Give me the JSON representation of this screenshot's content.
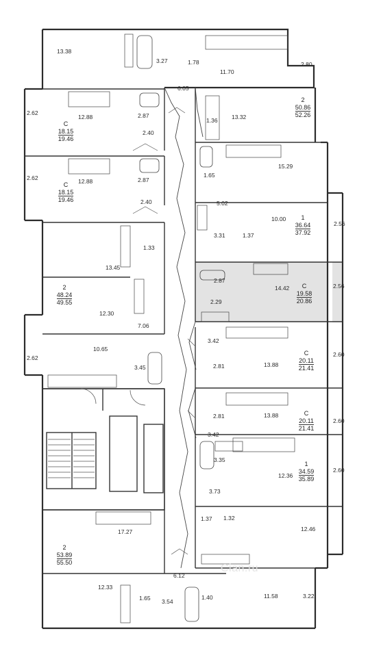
{
  "watermark": "Cian.ru",
  "room_areas": {
    "r_1338": "13.38",
    "r_327": "3.27",
    "r_178": "1.78",
    "r_1170": "11.70",
    "r_280": "2.80",
    "r_605": "6.05",
    "r_1288a": "12.88",
    "r_287a": "2.87",
    "r_240a": "2.40",
    "r_262a": "2.62",
    "r_136": "1.36",
    "r_1332": "13.32",
    "r_1288b": "12.88",
    "r_287b": "2.87",
    "r_240b": "2.40",
    "r_262b": "2.62",
    "r_165a": "1.65",
    "r_1529": "15.29",
    "r_502": "5.02",
    "r_1000": "10.00",
    "r_331": "3.31",
    "r_137a": "1.37",
    "r_256a": "2.56",
    "r_133": "1.33",
    "r_1345": "13.45",
    "r_287c": "2.87",
    "r_1442": "14.42",
    "r_256b": "2.56",
    "r_229": "2.29",
    "r_1230": "12.30",
    "r_706": "7.06",
    "r_342a": "3.42",
    "r_1065": "10.65",
    "r_281a": "2.81",
    "r_1388a": "13.88",
    "r_260a": "2.60",
    "r_262c": "2.62",
    "r_345": "3.45",
    "r_281b": "2.81",
    "r_1388b": "13.88",
    "r_260b": "2.60",
    "r_342b": "3.42",
    "r_335": "3.35",
    "r_1236": "12.36",
    "r_260c": "2.60",
    "r_373": "3.73",
    "r_1727": "17.27",
    "r_137b": "1.37",
    "r_132": "1.32",
    "r_1246": "12.46",
    "r_612": "6.12",
    "r_1233": "12.33",
    "r_165b": "1.65",
    "r_354": "3.54",
    "r_140": "1.40",
    "r_1158": "11.58",
    "r_322": "3.22"
  },
  "apartments": [
    {
      "rooms": "2",
      "living": "50.86",
      "total": "52.26"
    },
    {
      "rooms": "C",
      "living": "18.15",
      "total": "19.46"
    },
    {
      "rooms": "C",
      "living": "18.15",
      "total": "19.46"
    },
    {
      "rooms": "1",
      "living": "36.64",
      "total": "37.92"
    },
    {
      "rooms": "2",
      "living": "48.24",
      "total": "49.55"
    },
    {
      "rooms": "C",
      "living": "19.58",
      "total": "20.86",
      "highlighted": true
    },
    {
      "rooms": "C",
      "living": "20.11",
      "total": "21.41"
    },
    {
      "rooms": "C",
      "living": "20.11",
      "total": "21.41"
    },
    {
      "rooms": "1",
      "living": "34.59",
      "total": "35.89"
    },
    {
      "rooms": "2",
      "living": "53.89",
      "total": "55.50"
    }
  ],
  "colors": {
    "wall": "#2b2b2b",
    "highlight": "#e3e3e3",
    "line": "#555555"
  }
}
